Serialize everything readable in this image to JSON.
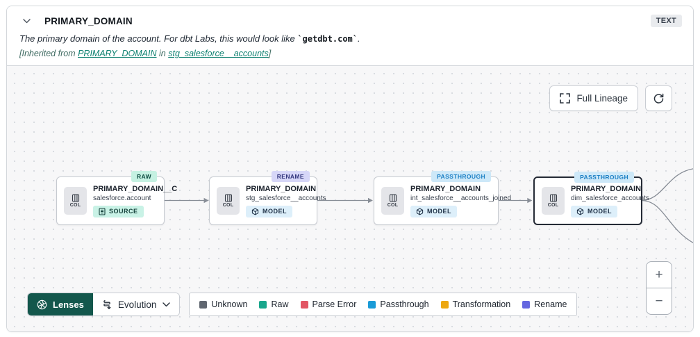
{
  "header": {
    "title": "PRIMARY_DOMAIN",
    "type_badge": "TEXT",
    "description_prefix": "The primary domain of the account. For dbt Labs, this would look like ",
    "description_code": "`getdbt.com`",
    "description_suffix": ".",
    "inherited_prefix": "[Inherited from ",
    "inherited_link_column": "PRIMARY_DOMAIN",
    "inherited_middle": " in ",
    "inherited_link_model": "stg_salesforce__accounts",
    "inherited_suffix": "]"
  },
  "canvas": {
    "full_lineage_label": "Full Lineage",
    "nodes": [
      {
        "badge": "RAW",
        "badge_type": "raw",
        "chip": "COL",
        "title": "PRIMARY_DOMAIN__C",
        "subtitle": "salesforce.account",
        "tag": "SOURCE",
        "tag_type": "source",
        "selected": false
      },
      {
        "badge": "RENAME",
        "badge_type": "rename",
        "chip": "COL",
        "title": "PRIMARY_DOMAIN",
        "subtitle": "stg_salesforce__accounts",
        "tag": "MODEL",
        "tag_type": "model",
        "selected": false
      },
      {
        "badge": "PASSTHROUGH",
        "badge_type": "passthrough",
        "chip": "COL",
        "title": "PRIMARY_DOMAIN",
        "subtitle": "int_salesforce__accounts_joined",
        "tag": "MODEL",
        "tag_type": "model",
        "selected": false
      },
      {
        "badge": "PASSTHROUGH",
        "badge_type": "passthrough",
        "chip": "COL",
        "title": "PRIMARY_DOMAIN",
        "subtitle": "dim_salesforce_accounts",
        "tag": "MODEL",
        "tag_type": "model",
        "selected": true
      }
    ],
    "toolbar": {
      "lenses_label": "Lenses",
      "evolution_label": "Evolution"
    },
    "legend": [
      {
        "label": "Unknown",
        "color": "#606770"
      },
      {
        "label": "Raw",
        "color": "#19a68c"
      },
      {
        "label": "Parse Error",
        "color": "#e25563"
      },
      {
        "label": "Passthrough",
        "color": "#1a9bd7"
      },
      {
        "label": "Transformation",
        "color": "#eda710"
      },
      {
        "label": "Rename",
        "color": "#6567e0"
      }
    ],
    "zoom_in_label": "+",
    "zoom_out_label": "−",
    "accent_colors": {
      "lenses_button": "#13574c",
      "link_teal": "#0d8070",
      "edge_gray": "#878d96"
    }
  }
}
